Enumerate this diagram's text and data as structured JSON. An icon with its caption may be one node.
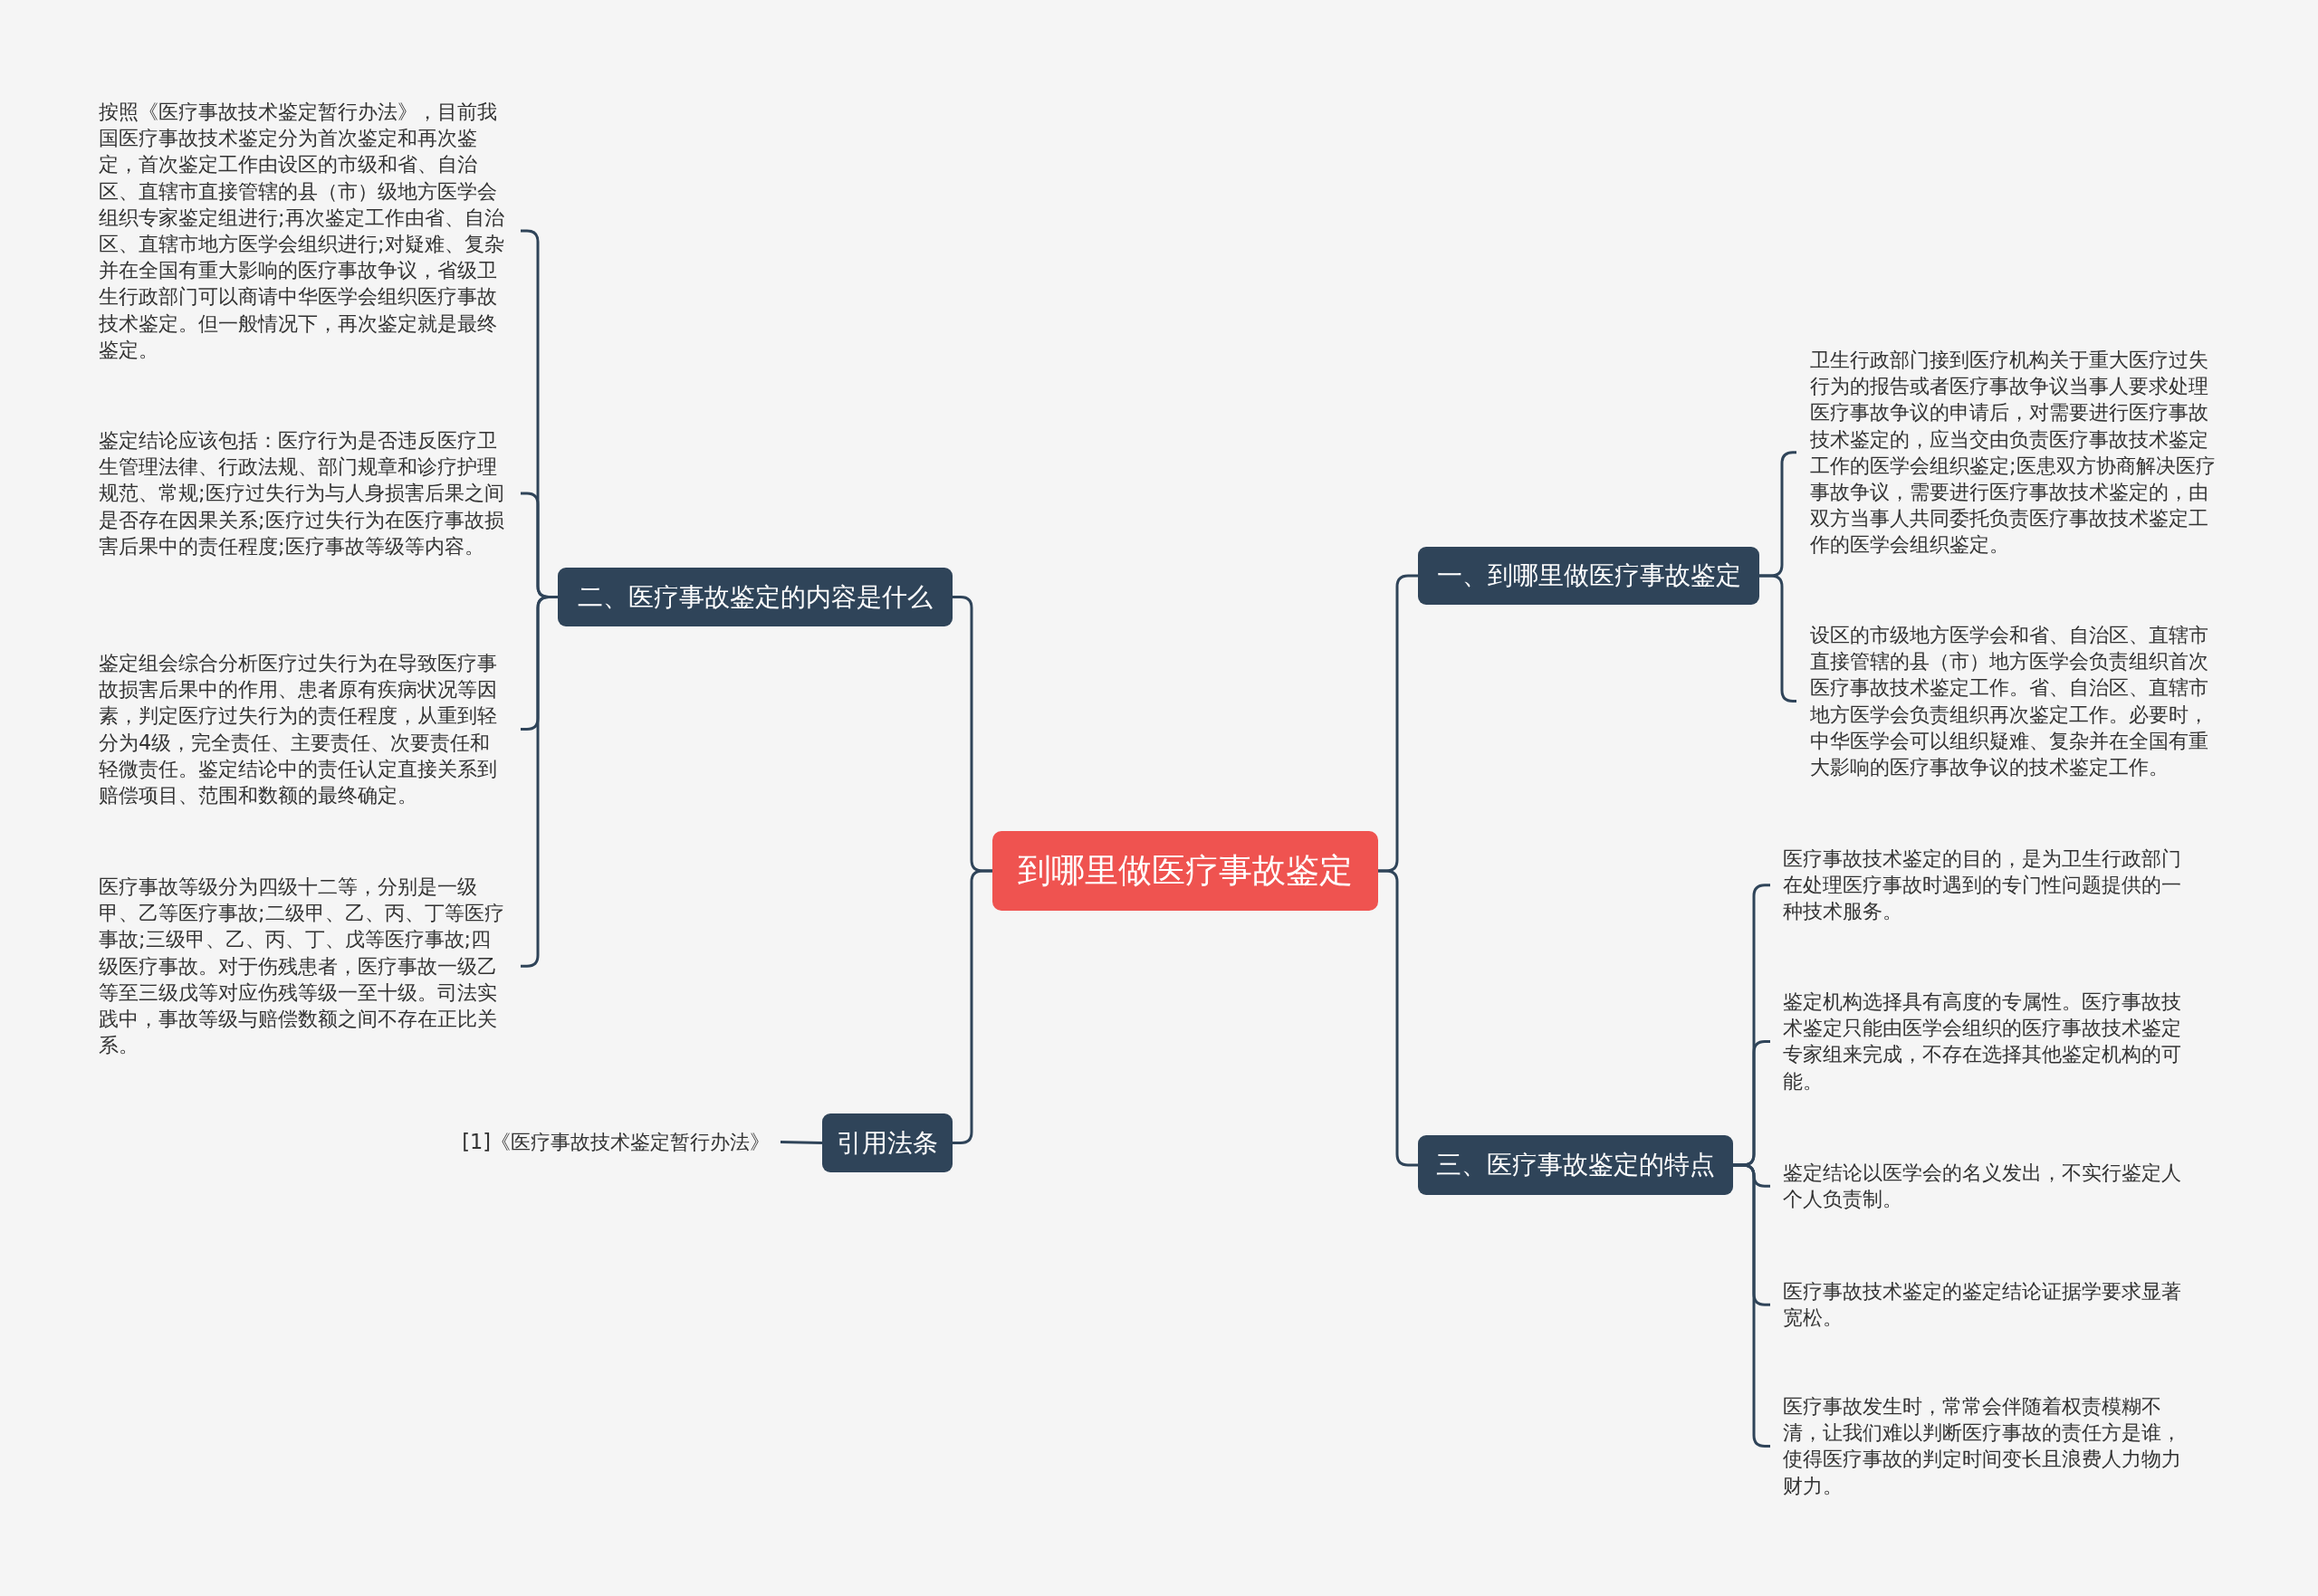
{
  "diagram": {
    "nodes": [
      {
        "text": [
          "到哪里做医疗事故鉴定"
        ]
      },
      {
        "text": [
          "一、到哪里做医疗事故鉴定"
        ]
      },
      {
        "text": [
          "卫生行政部门接到医疗机构关于重大医疗过失行为的报告或者医疗事故争议当事人要求处理医疗事故争议的申请后，对需要进行医疗事故技术鉴定的，应当交由负责医疗事故技术鉴定工作的医学会组织鉴定;医患双方协商解决医疗事故争议，需要进行医疗事故技术鉴定的，由双方当事人共同委托负责医疗事故技术鉴定工作的医学会组织鉴定。"
        ]
      },
      {
        "text": [
          "设区的市级地方医学会和省、自治区、直辖市直接管辖的县（市）地方医学会负责组织首次医疗事故技术鉴定工作。省、自治区、直辖市地方医学会负责组织再次鉴定工作。必要时，中华医学会可以组织疑难、复杂并在全国有重大影响的医疗事故争议的技术鉴定工作。"
        ]
      },
      {
        "text": [
          "二、医疗事故鉴定的内容是什么"
        ]
      },
      {
        "text": [
          "按照《医疗事故技术鉴定暂行办法》，目前我国医疗事故技术鉴定分为首次鉴定和再次鉴定，首次鉴定工作由设区的市级和省、自治区、直辖市直接管辖的县（市）级地方医学会组织专家鉴定组进行;再次鉴定工作由省、自治区、直辖市地方医学会组织进行;对疑难、复杂并在全国有重大影响的医疗事故争议，省级卫生行政部门可以商请中华医学会组织医疗事故技术鉴定。但一般情况下，再次鉴定就是最终鉴定。"
        ]
      },
      {
        "text": [
          "鉴定结论应该包括：医疗行为是否违反医疗卫生管理法律、行政法规、部门规章和诊疗护理规范、常规;医疗过失行为与人身损害后果之间是否存在因果关系;医疗过失行为在医疗事故损害后果中的责任程度;医疗事故等级等内容。"
        ]
      },
      {
        "text": [
          "鉴定组会综合分析医疗过失行为在导致医疗事故损害后果中的作用、患者原有疾病状况等因素，判定医疗过失行为的责任程度，从重到轻分为4级，完全责任、主要责任、次要责任和轻微责任。鉴定结论中的责任认定直接关系到赔偿项目、范围和数额的最终确定。"
        ]
      },
      {
        "text": [
          "医疗事故等级分为四级十二等，分别是一级甲、乙等医疗事故;二级甲、乙、丙、丁等医疗事故;三级甲、乙、丙、丁、戊等医疗事故;四级医疗事故。对于伤残患者，医疗事故一级乙等至三级戊等对应伤残等级一至十级。司法实践中，事故等级与赔偿数额之间不存在正比关系。"
        ]
      },
      {
        "text": [
          "三、医疗事故鉴定的特点"
        ]
      },
      {
        "text": [
          "医疗事故技术鉴定的目的，是为卫生行政部门在处理医疗事故时遇到的专门性问题提供的一种技术服务。"
        ]
      },
      {
        "text": [
          "鉴定机构选择具有高度的专属性。医疗事故技术鉴定只能由医学会组织的医疗事故技术鉴定专家组来完成，不存在选择其他鉴定机构的可能。"
        ]
      },
      {
        "text": [
          "鉴定结论以医学会的名义发出，不实行鉴定人个人负责制。"
        ]
      },
      {
        "text": [
          "医疗事故技术鉴定的鉴定结论证据学要求显著宽松。"
        ]
      },
      {
        "text": [
          "医疗事故发生时，常常会伴随着权责模糊不清，让我们难以判断医疗事故的责任方是谁，使得医疗事故的判定时间变长且浪费人力物力财力。"
        ]
      },
      {
        "text": [
          "引用法条"
        ]
      },
      {
        "text": [
          "[1]《医疗事故技术鉴定暂行办法》"
        ]
      }
    ],
    "edges": [
      {
        "from": 0,
        "to": 1,
        "arrow": "none"
      },
      {
        "from": 1,
        "to": 2,
        "arrow": "none"
      },
      {
        "from": 1,
        "to": 3,
        "arrow": "none"
      },
      {
        "from": 0,
        "to": 4,
        "arrow": "none"
      },
      {
        "from": 4,
        "to": 5,
        "arrow": "none"
      },
      {
        "from": 4,
        "to": 6,
        "arrow": "none"
      },
      {
        "from": 4,
        "to": 7,
        "arrow": "none"
      },
      {
        "from": 4,
        "to": 8,
        "arrow": "none"
      },
      {
        "from": 0,
        "to": 9,
        "arrow": "none"
      },
      {
        "from": 9,
        "to": 10,
        "arrow": "none"
      },
      {
        "from": 9,
        "to": 11,
        "arrow": "none"
      },
      {
        "from": 9,
        "to": 12,
        "arrow": "none"
      },
      {
        "from": 9,
        "to": 13,
        "arrow": "none"
      },
      {
        "from": 9,
        "to": 14,
        "arrow": "none"
      },
      {
        "from": 0,
        "to": 15,
        "arrow": "none"
      },
      {
        "from": 15,
        "to": 16,
        "arrow": "none"
      }
    ]
  }
}
